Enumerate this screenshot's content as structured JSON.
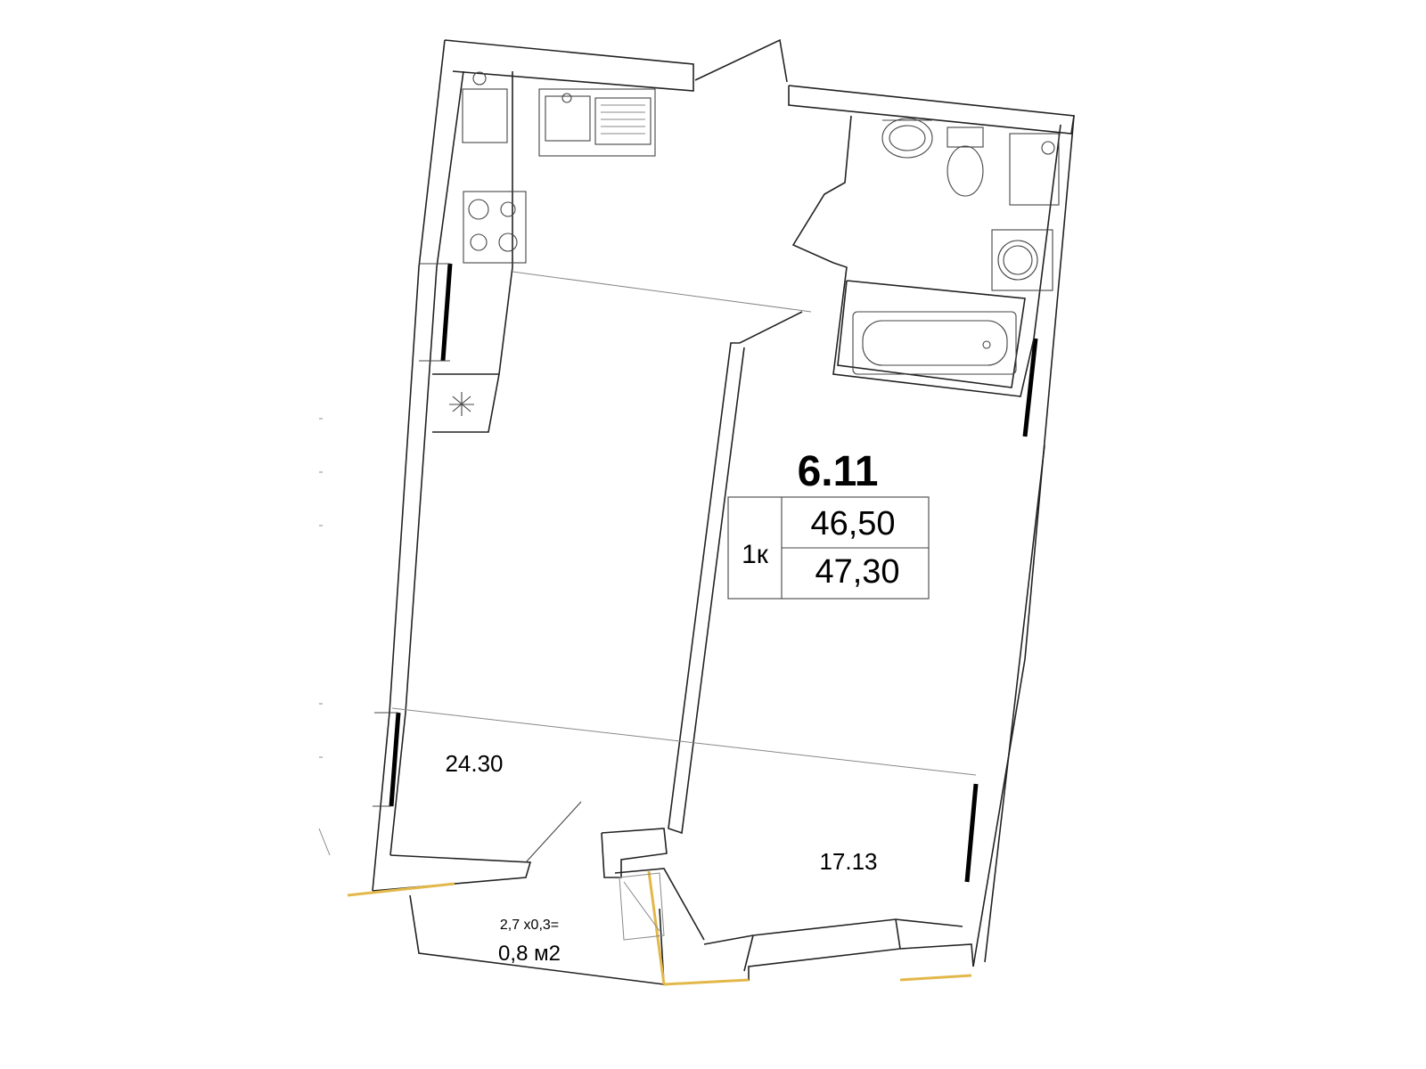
{
  "apartment": {
    "number": "6.11",
    "rooms_label": "1к",
    "area_total": "46,50",
    "area_with_balcony": "47,30"
  },
  "rooms": {
    "kitchen_living_area": "24.30",
    "bedroom_area": "17.13"
  },
  "balcony": {
    "formula": "2,7 х0,3=",
    "area": "0,8 м2"
  },
  "colors": {
    "walls": "#222222",
    "balcony_edge": "#e3b84a",
    "background": "#ffffff"
  }
}
